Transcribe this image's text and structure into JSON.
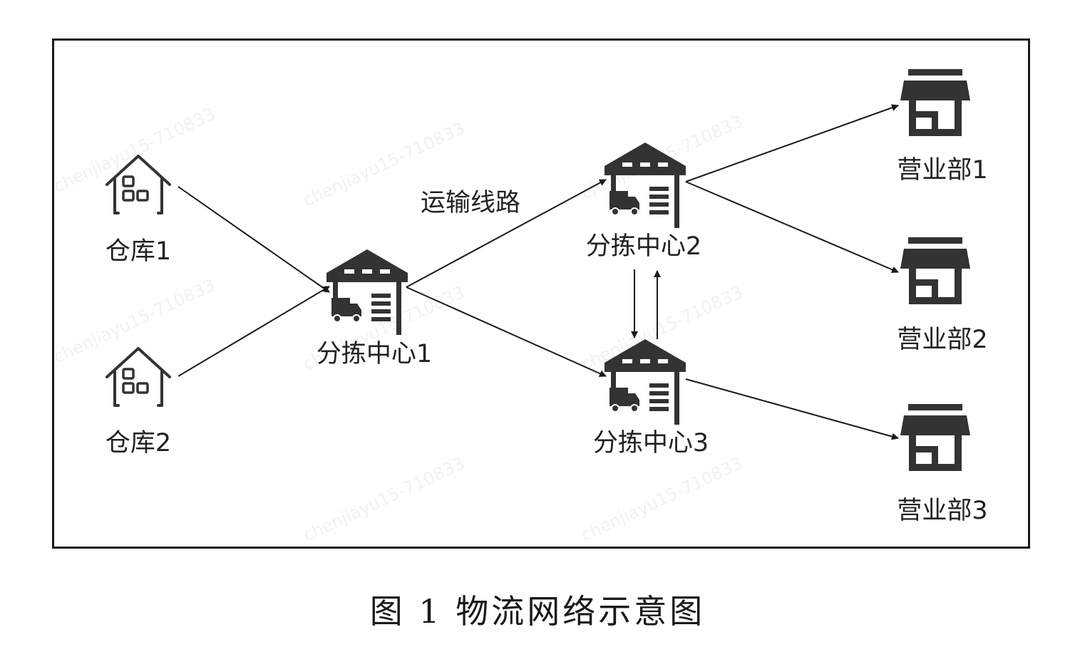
{
  "diagram": {
    "nodes": {
      "warehouse1": {
        "label": "仓库1",
        "icon": "warehouse-house-icon"
      },
      "warehouse2": {
        "label": "仓库2",
        "icon": "warehouse-house-icon"
      },
      "sort1": {
        "label": "分拣中心1",
        "icon": "distribution-center-icon"
      },
      "sort2": {
        "label": "分拣中心2",
        "icon": "distribution-center-icon"
      },
      "sort3": {
        "label": "分拣中心3",
        "icon": "distribution-center-icon"
      },
      "office1": {
        "label": "营业部1",
        "icon": "storefront-icon"
      },
      "office2": {
        "label": "营业部2",
        "icon": "storefront-icon"
      },
      "office3": {
        "label": "营业部3",
        "icon": "storefront-icon"
      }
    },
    "edges": [
      {
        "from": "仓库1",
        "to": "分拣中心1"
      },
      {
        "from": "仓库2",
        "to": "分拣中心1"
      },
      {
        "from": "分拣中心1",
        "to": "分拣中心2"
      },
      {
        "from": "分拣中心1",
        "to": "分拣中心3"
      },
      {
        "from": "分拣中心2",
        "to": "分拣中心3"
      },
      {
        "from": "分拣中心3",
        "to": "分拣中心2"
      },
      {
        "from": "分拣中心2",
        "to": "营业部1"
      },
      {
        "from": "分拣中心2",
        "to": "营业部2"
      },
      {
        "from": "分拣中心3",
        "to": "营业部3"
      }
    ],
    "edge_label": "运输线路",
    "colors": {
      "icon": "#333333",
      "line": "#1a1a1a",
      "border": "#1a1a1a"
    }
  },
  "caption": "图 1  物流网络示意图"
}
